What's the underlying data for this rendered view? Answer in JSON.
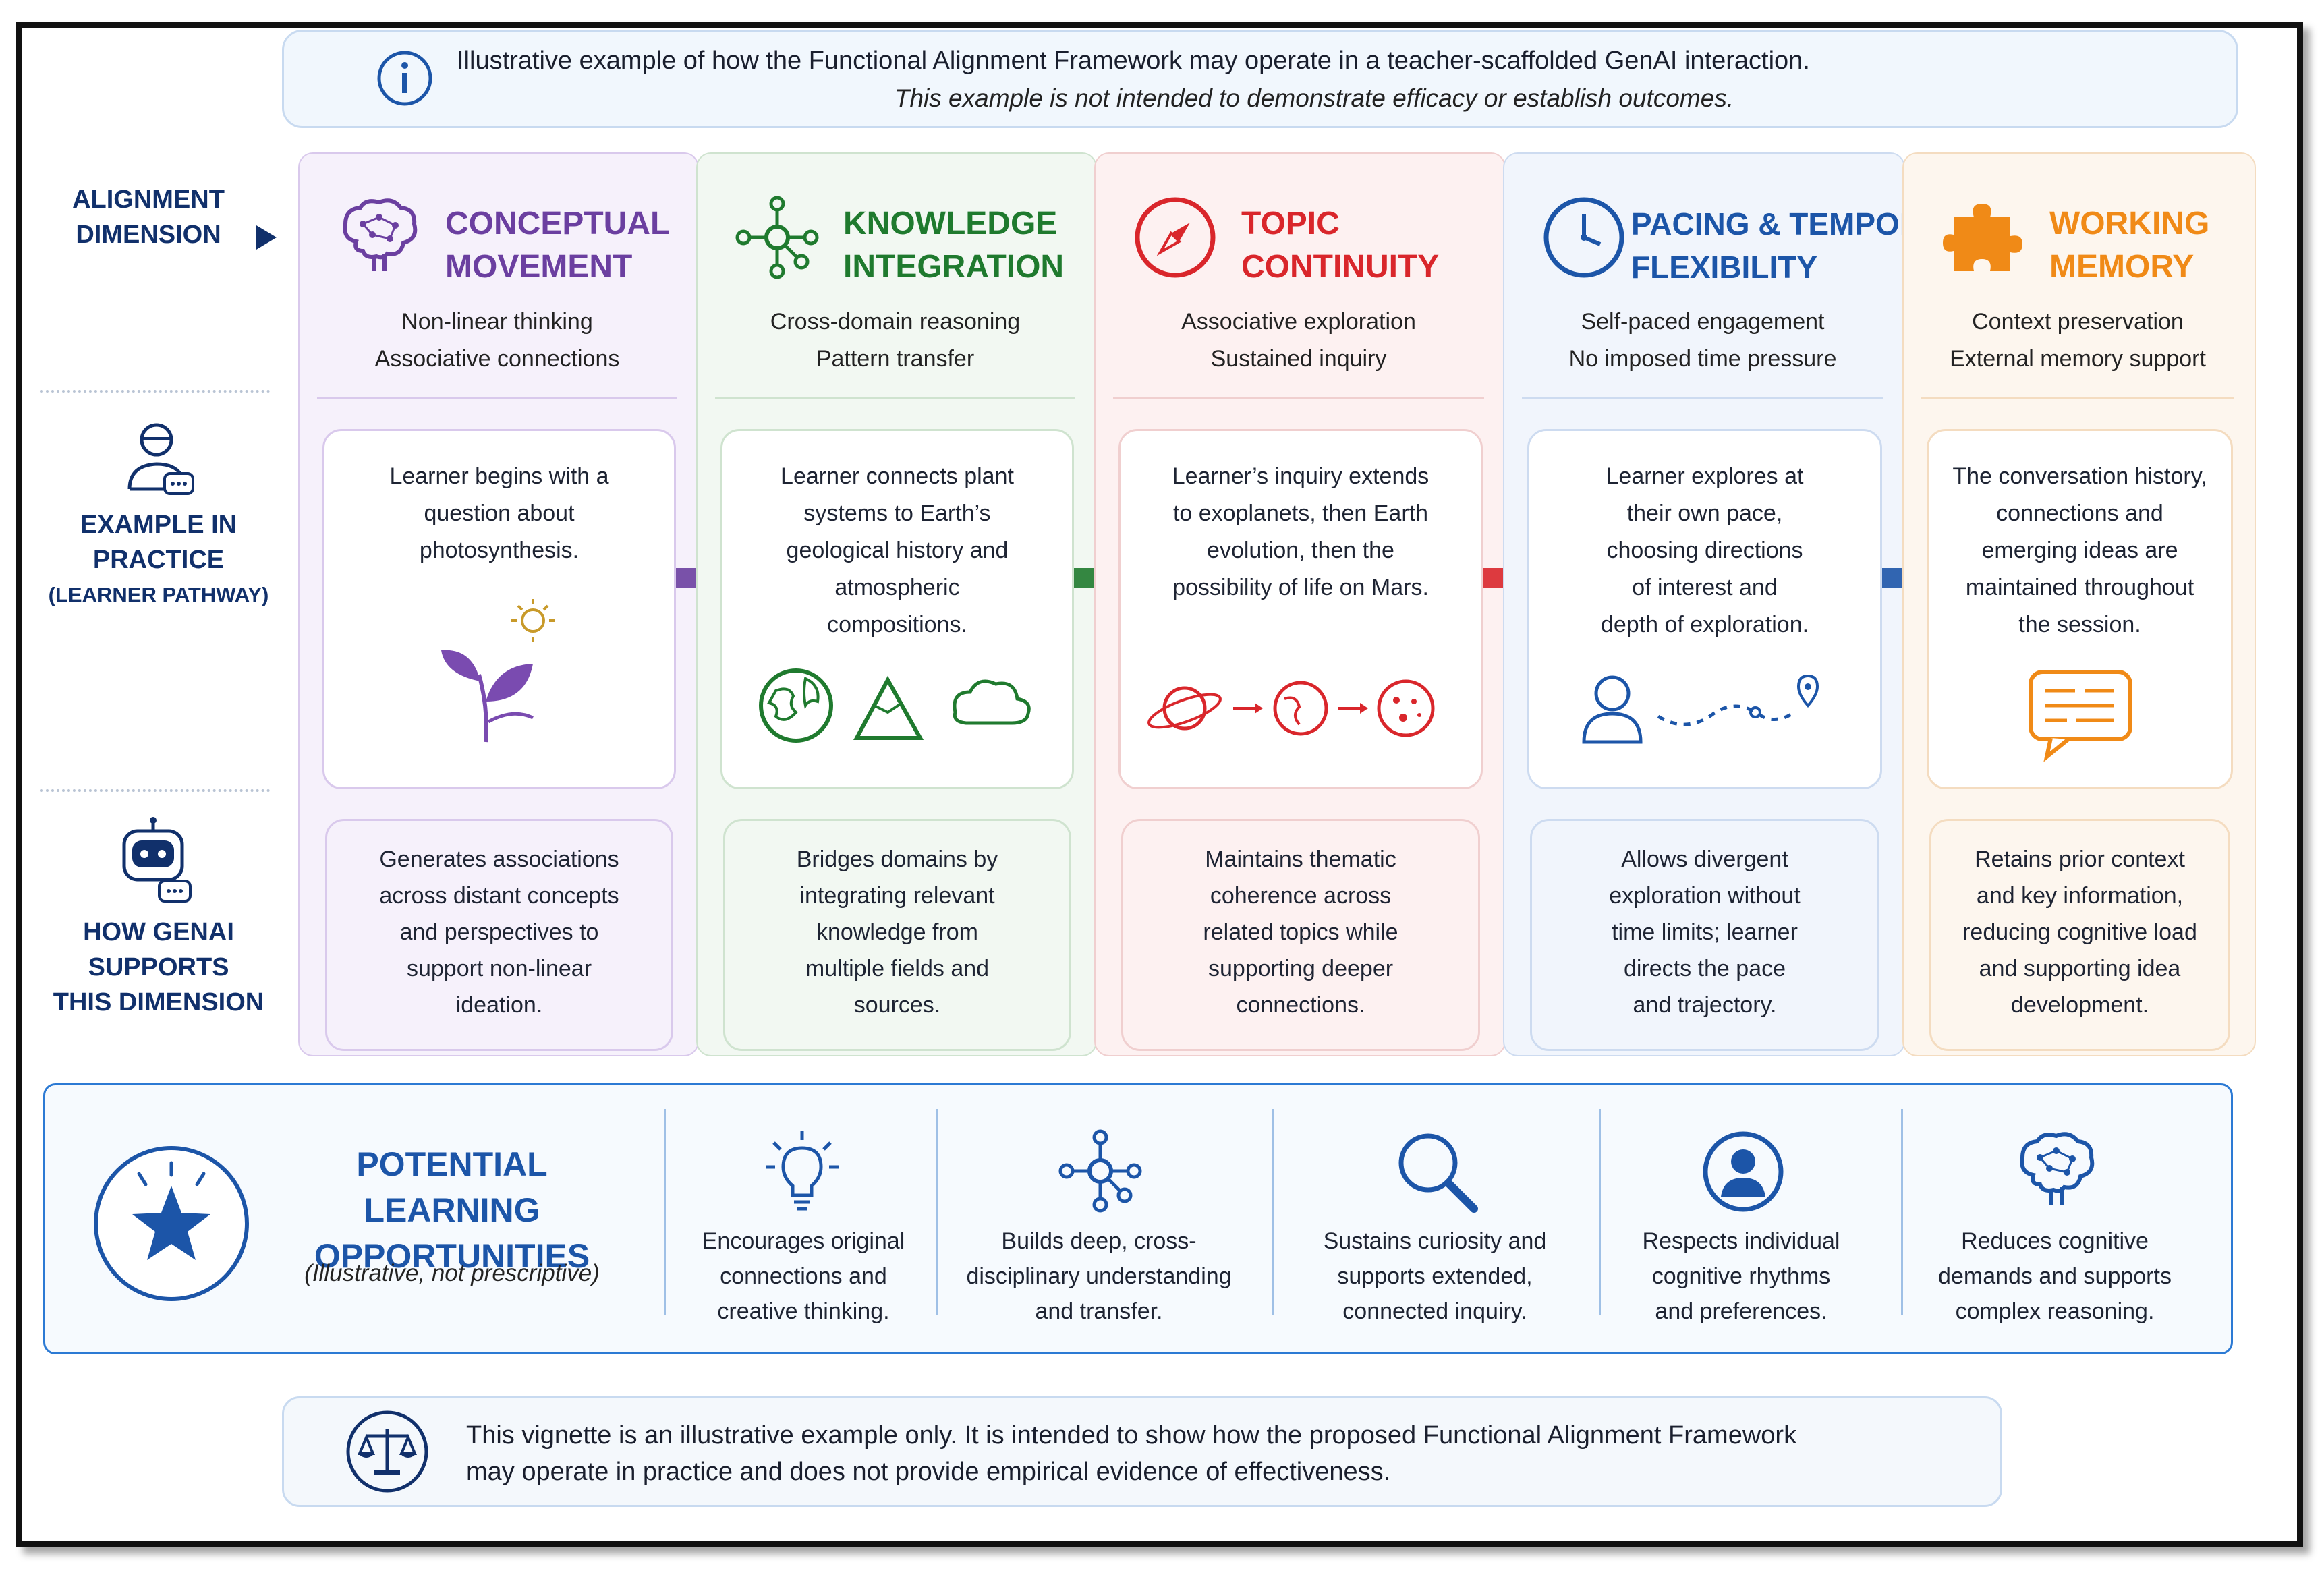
{
  "banner": {
    "line1": "Illustrative example of how the Functional Alignment Framework may operate in a teacher-scaffolded GenAI interaction.",
    "line2": "This example is not intended to demonstrate efficacy or establish outcomes."
  },
  "row_labels": {
    "alignment_1": "ALIGNMENT",
    "alignment_2": "DIMENSION",
    "example_1": "EXAMPLE IN",
    "example_2": "PRACTICE",
    "example_3": "(LEARNER PATHWAY)",
    "genai_1": "HOW GENAI",
    "genai_2": "SUPPORTS",
    "genai_3": "THIS DIMENSION"
  },
  "columns": [
    {
      "title1": "CONCEPTUAL",
      "title2": "MOVEMENT",
      "sub1": "Non-linear thinking",
      "sub2": "Associative connections",
      "ex": [
        "Learner begins with a",
        "question about",
        "photosynthesis."
      ],
      "ai": [
        "Generates associations",
        "across distant concepts",
        "and perspectives to",
        "support non-linear",
        "ideation."
      ],
      "color": "#6b3fa0",
      "bg": "#f6f1fb",
      "border": "#d9c9ec",
      "icon": "brain-icon"
    },
    {
      "title1": "KNOWLEDGE",
      "title2": "INTEGRATION",
      "sub1": "Cross-domain reasoning",
      "sub2": "Pattern transfer",
      "ex": [
        "Learner connects plant",
        "systems to Earth’s",
        "geological history and",
        "atmospheric",
        "compositions."
      ],
      "ai": [
        "Bridges domains by",
        "integrating relevant",
        "knowledge from",
        "multiple fields and",
        "sources."
      ],
      "color": "#1f7a2e",
      "bg": "#f2f8f2",
      "border": "#cfe3cf",
      "icon": "network-icon"
    },
    {
      "title1": "TOPIC",
      "title2": "CONTINUITY",
      "sub1": "Associative exploration",
      "sub2": "Sustained inquiry",
      "ex": [
        "Learner’s inquiry extends",
        "to exoplanets, then Earth",
        "evolution, then the",
        "possibility of life on Mars."
      ],
      "ai": [
        "Maintains thematic",
        "coherence across",
        "related topics while",
        "supporting deeper",
        "connections."
      ],
      "color": "#d9262b",
      "bg": "#fdf1f1",
      "border": "#f0cfcf",
      "icon": "compass-icon"
    },
    {
      "title1": "PACING & TEMPORAL",
      "title2": "FLEXIBILITY",
      "sub1": "Self-paced engagement",
      "sub2": "No imposed time pressure",
      "ex": [
        "Learner explores at",
        "their own pace,",
        "choosing directions",
        "of interest and",
        "depth of exploration."
      ],
      "ai": [
        "Allows divergent",
        "exploration without",
        "time limits; learner",
        "directs the pace",
        "and trajectory."
      ],
      "color": "#1c55a8",
      "bg": "#f1f5fc",
      "border": "#cddbf0",
      "icon": "clock-icon"
    },
    {
      "title1": "WORKING",
      "title2": "MEMORY",
      "sub1": "Context preservation",
      "sub2": "External memory support",
      "ex": [
        "The conversation history,",
        "connections and",
        "emerging ideas are",
        "maintained throughout",
        "the session."
      ],
      "ai": [
        "Retains prior context",
        "and key information,",
        "reducing cognitive load",
        "and supporting idea",
        "development."
      ],
      "color": "#f08a17",
      "bg": "#fdf6ee",
      "border": "#f4dcc0",
      "icon": "puzzle-icon"
    }
  ],
  "opportunities": {
    "title1": "POTENTIAL LEARNING",
    "title2": "OPPORTUNITIES",
    "note": "(Illustrative, not prescriptive)",
    "items": [
      {
        "l": [
          "Encourages original",
          "connections and",
          "creative thinking."
        ],
        "icon": "lightbulb-icon"
      },
      {
        "l": [
          "Builds deep, cross-",
          "disciplinary understanding",
          "and transfer."
        ],
        "icon": "network-icon"
      },
      {
        "l": [
          "Sustains curiosity and",
          "supports extended,",
          "connected inquiry."
        ],
        "icon": "magnifier-icon"
      },
      {
        "l": [
          "Respects individual",
          "cognitive rhythms",
          "and preferences."
        ],
        "icon": "person-icon"
      },
      {
        "l": [
          "Reduces cognitive",
          "demands and supports",
          "complex reasoning."
        ],
        "icon": "brain-icon"
      }
    ]
  },
  "footer": {
    "line1": "This vignette is an illustrative example only.  It is intended to show how the proposed Functional Alignment Framework",
    "line2": "may operate in practice and does not provide empirical evidence of effectiveness."
  }
}
